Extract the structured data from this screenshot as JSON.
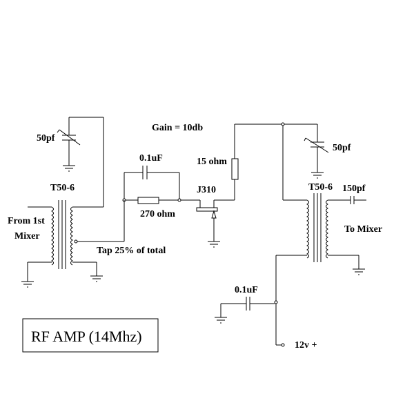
{
  "title": "RF AMP (14Mhz)",
  "gain": "Gain = 10db",
  "labels": {
    "left_trimmer": "50pf",
    "left_transformer": "T50-6",
    "input_line1": "From 1st",
    "input_line2": "Mixer",
    "tap": "Tap 25% of total",
    "gate_cap": "0.1uF",
    "gate_resistor": "270 ohm",
    "fet": "J310",
    "drain_resistor": "15 ohm",
    "right_trimmer": "50pf",
    "right_transformer": "T50-6",
    "output_cap": "150pf",
    "output": "To Mixer",
    "bypass_cap": "0.1uF",
    "supply": "12v +"
  }
}
